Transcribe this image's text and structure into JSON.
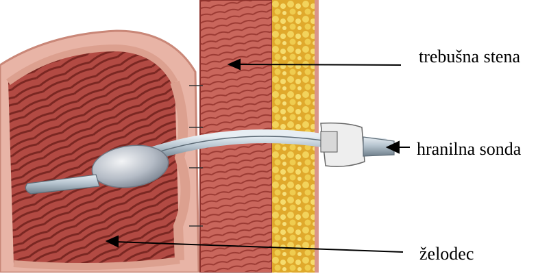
{
  "labels": {
    "abdominal_wall": "trebušna stena",
    "feeding_tube": "hranilna sonda",
    "stomach": "želodec"
  },
  "colors": {
    "muscle": "#c9665c",
    "muscle_dark": "#8c2f2a",
    "fat": "#e8c14a",
    "fat_dark": "#c69a1f",
    "tissue_pink": "#e9b7a9",
    "tube": "#aab8c4",
    "arrow": "#000000"
  },
  "icons": [
    "stomach-illustration",
    "abdominal-wall-illustration",
    "feeding-tube-illustration"
  ]
}
